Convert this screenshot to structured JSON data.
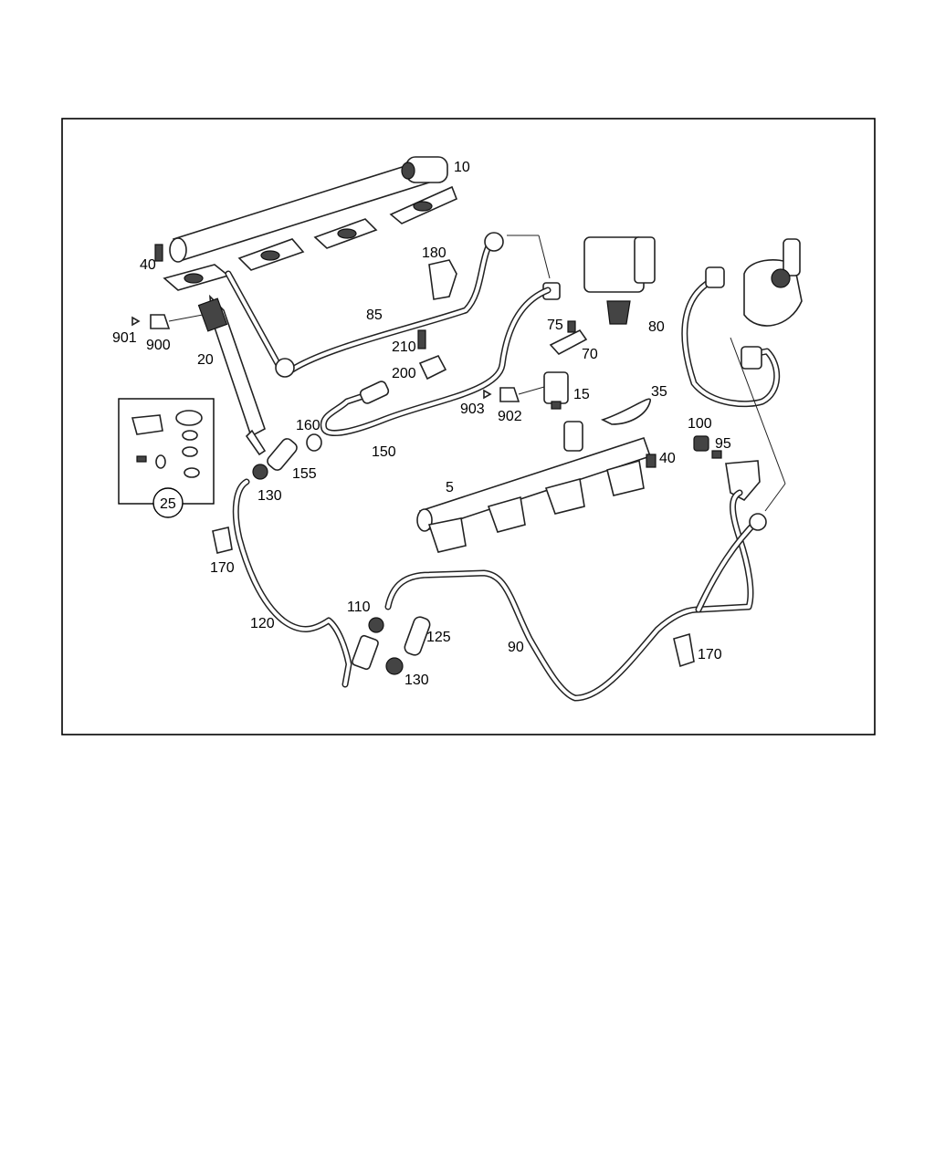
{
  "labels": {
    "p10": "10",
    "p40a": "40",
    "p180": "180",
    "p85": "85",
    "p901": "901",
    "p900": "900",
    "p20": "20",
    "p75": "75",
    "p70": "70",
    "p80": "80",
    "p210": "210",
    "p200": "200",
    "p903": "903",
    "p902": "902",
    "p15": "15",
    "p35": "35",
    "p160": "160",
    "p150": "150",
    "p155": "155",
    "p100": "100",
    "p95": "95",
    "p40b": "40",
    "p5": "5",
    "p130a": "130",
    "p25": "25",
    "p170a": "170",
    "p110": "110",
    "p125": "125",
    "p120": "120",
    "p90": "90",
    "p170b": "170",
    "p130b": "130"
  }
}
